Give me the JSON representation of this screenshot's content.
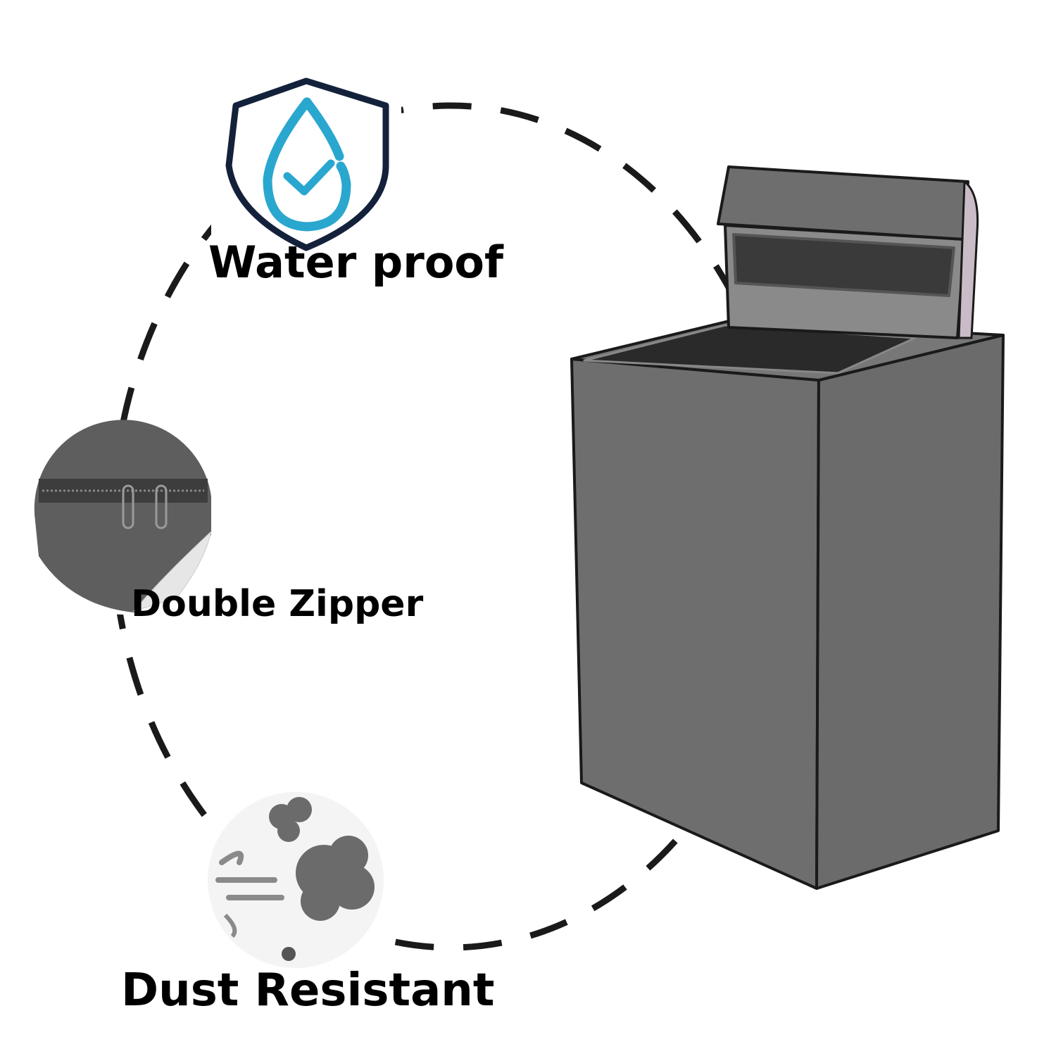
{
  "features": [
    {
      "label": "Water proof",
      "icon": "water-drop-shield-check-icon"
    },
    {
      "label": "Double Zipper",
      "icon": "zipper-closeup-sticker"
    },
    {
      "label": "Dust Resistant",
      "icon": "dust-wind-sticker-icon"
    }
  ],
  "product": {
    "name": "washing-machine-cover"
  },
  "colors": {
    "cover_gray": "#6e6e6e",
    "drop_blue": "#2aa7cf",
    "shield_navy": "#14213a",
    "dash": "#1a1a1a"
  }
}
